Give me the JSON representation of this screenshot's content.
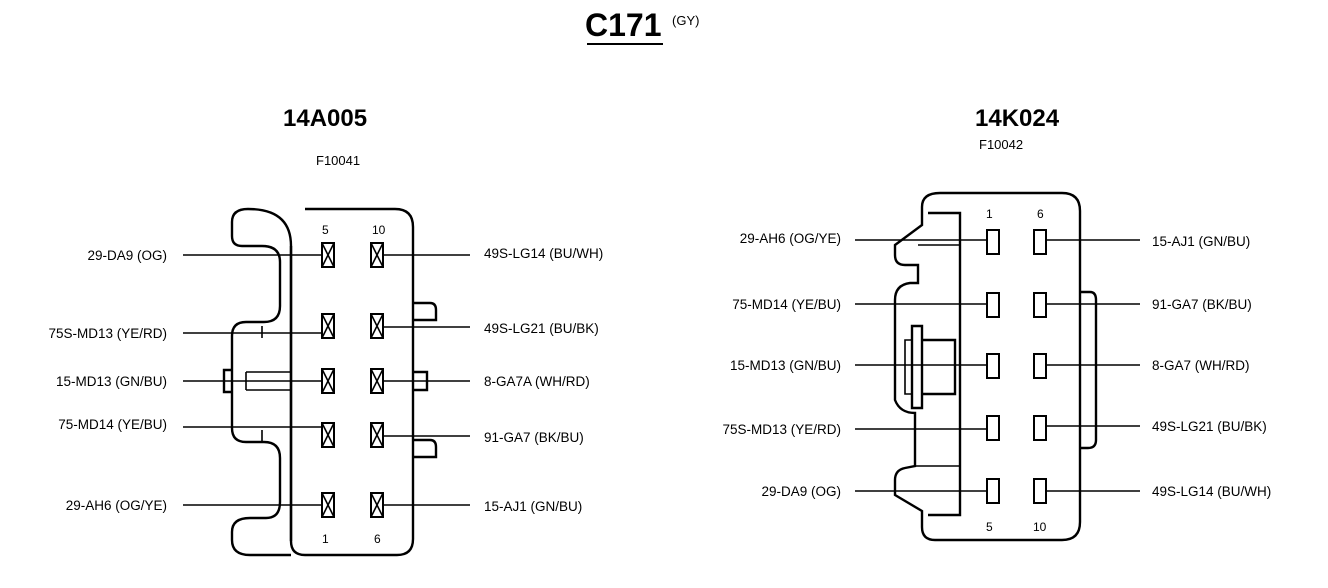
{
  "title": "C171",
  "title_color_code": "(GY)",
  "connectors": [
    {
      "part_number": "14A005",
      "figure": "F10041",
      "pin_numbers": [
        "5",
        "10",
        "1",
        "6"
      ],
      "left_labels": [
        "29-DA9 (OG)",
        "75S-MD13 (YE/RD)",
        "15-MD13 (GN/BU)",
        "75-MD14 (YE/BU)",
        "29-AH6 (OG/YE)"
      ],
      "right_labels": [
        "49S-LG14 (BU/WH)",
        "49S-LG21 (BU/BK)",
        "8-GA7A (WH/RD)",
        "91-GA7 (BK/BU)",
        "15-AJ1 (GN/BU)"
      ]
    },
    {
      "part_number": "14K024",
      "figure": "F10042",
      "pin_numbers": [
        "1",
        "6",
        "5",
        "10"
      ],
      "left_labels": [
        "29-AH6 (OG/YE)",
        "75-MD14 (YE/BU)",
        "15-MD13 (GN/BU)",
        "75S-MD13 (YE/RD)",
        "29-DA9 (OG)"
      ],
      "right_labels": [
        "15-AJ1 (GN/BU)",
        "91-GA7 (BK/BU)",
        "8-GA7 (WH/RD)",
        "49S-LG21 (BU/BK)",
        "49S-LG14 (BU/WH)"
      ]
    }
  ]
}
